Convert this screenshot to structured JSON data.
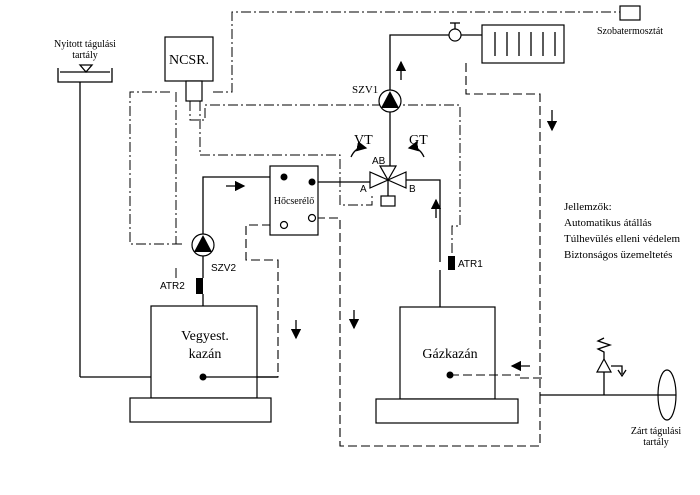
{
  "labels": {
    "open_tank": [
      "Nyitott tágulási",
      "tartály"
    ],
    "controller": "NCSR.",
    "thermostat": "Szobatermosztát",
    "pump1": "SZV1",
    "pump2": "SZV2",
    "vt": "VT",
    "gt": "GT",
    "valve_ab": "AB",
    "valve_a": "A",
    "valve_b": "B",
    "heat_exchanger": "Hőcserélő",
    "atr1": "ATR1",
    "atr2": "ATR2",
    "combi_boiler": [
      "Vegyest.",
      "kazán"
    ],
    "gas_boiler": "Gázkazán",
    "closed_tank": [
      "Zárt tágulási",
      "tartály"
    ]
  },
  "features": {
    "title": "Jellemzők:",
    "items": [
      "Automatikus átállás",
      "Túlhevülés elleni védelem",
      "Biztonságos üzemeltetés"
    ]
  }
}
